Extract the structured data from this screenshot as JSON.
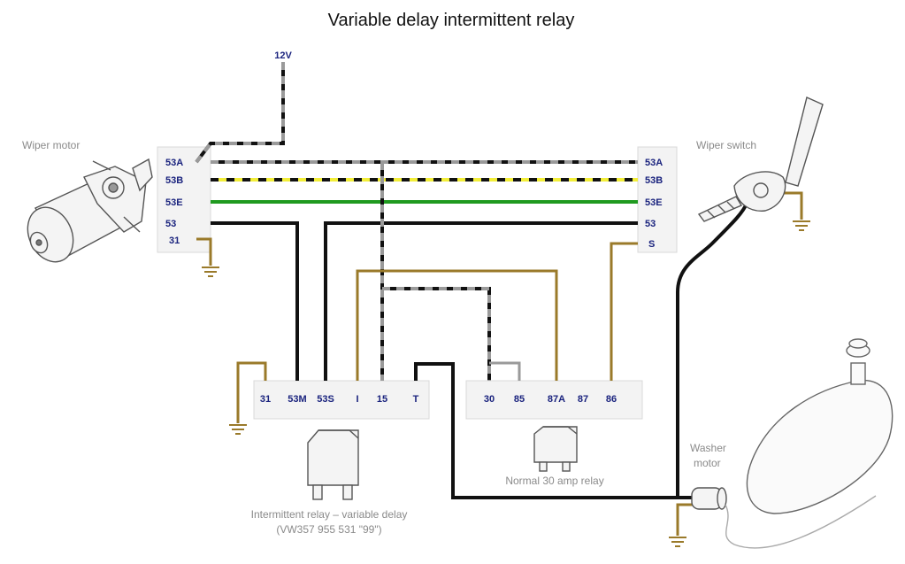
{
  "title": "Variable delay intermittent relay",
  "supply_label": "12V",
  "wiper_motor": {
    "label": "Wiper motor",
    "pins": [
      "53A",
      "53B",
      "53E",
      "53",
      "31"
    ]
  },
  "wiper_switch": {
    "label": "Wiper switch",
    "pins": [
      "53A",
      "53B",
      "53E",
      "53",
      "S"
    ]
  },
  "intermittent_relay": {
    "pins": [
      "31",
      "53M",
      "53S",
      "I",
      "15",
      "T"
    ],
    "caption_line1": "Intermittent relay – variable delay",
    "caption_line2": "(VW357 955 531 \"99\")"
  },
  "normal_relay": {
    "pins": [
      "30",
      "85",
      "87A",
      "87",
      "86"
    ],
    "caption": "Normal 30 amp relay"
  },
  "washer_motor": {
    "label_line1": "Washer",
    "label_line2": "motor"
  },
  "colors": {
    "black": "#111111",
    "gray_dash": "#9a9a9a",
    "yellow": "#f2ee3a",
    "green": "#1f9a1f",
    "brown": "#9a7a2a",
    "pin_text": "#1a237e",
    "caption_text": "#8a8a8a"
  }
}
